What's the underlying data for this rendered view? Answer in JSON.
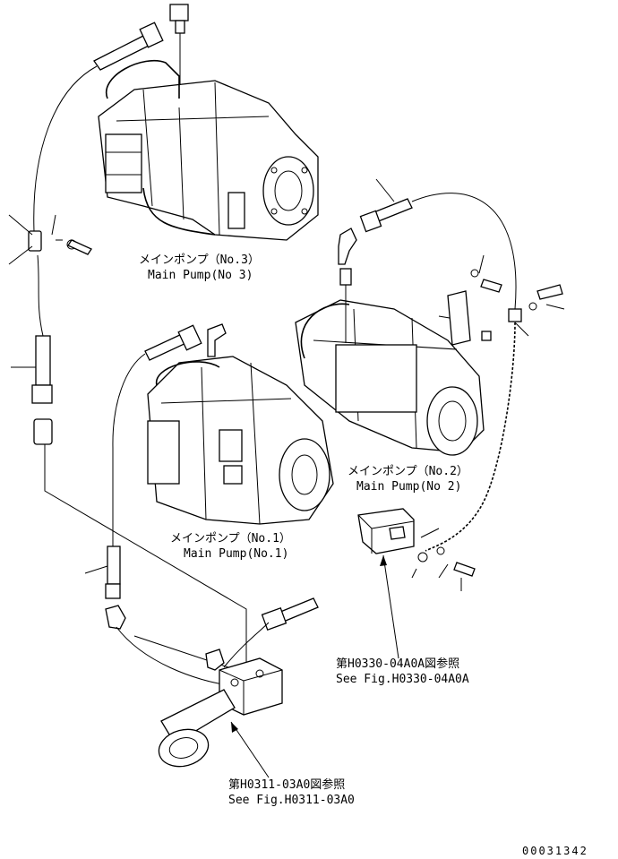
{
  "labels": {
    "pump3_jp": "メインポンプ（No.3）",
    "pump3_en": "Main Pump(No 3)",
    "pump1_jp": "メインポンプ（No.1）",
    "pump1_en": "Main Pump(No.1)",
    "pump2_jp": "メインポンプ（No.2）",
    "pump2_en": "Main Pump(No 2)",
    "ref1_jp": "第H0330-04A0A図参照",
    "ref1_en": "See Fig.H0330-04A0A",
    "ref2_jp": "第H0311-03A0図参照",
    "ref2_en": "See Fig.H0311-03A0",
    "drawing_no": "00031342"
  }
}
